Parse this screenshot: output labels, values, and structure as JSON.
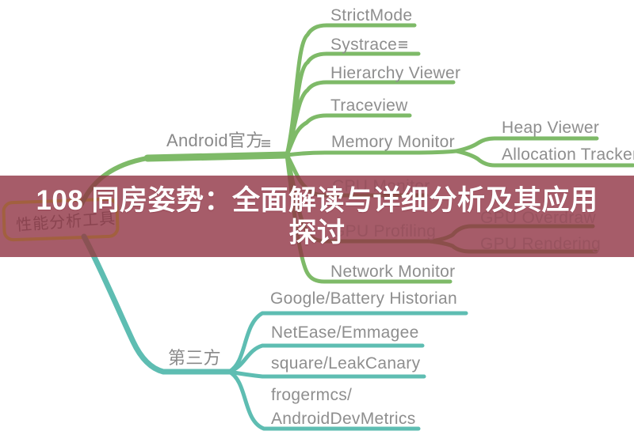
{
  "banner": {
    "title_line1": "108 同房姿势：全面解读与详细分析及其应用",
    "title_line2": "探讨",
    "bg_color": "#a65c69",
    "text_color": "#ffffff"
  },
  "mindmap": {
    "label_color": "#8e8e8e",
    "root": {
      "label": "性能分析工具",
      "border_color": "#b06a45"
    },
    "branches": [
      {
        "label": "Android官方",
        "color": "#7eba68",
        "has_note_icon": true,
        "children": [
          {
            "label": "StrictMode"
          },
          {
            "label": "Systrace",
            "has_note_icon": true
          },
          {
            "label": "Hierarchy Viewer"
          },
          {
            "label": "Traceview"
          },
          {
            "label": "Memory Monitor",
            "children": [
              {
                "label": "Heap Viewer"
              },
              {
                "label": "Allocation Tracker"
              }
            ]
          },
          {
            "label": "CPU Monitor"
          },
          {
            "label": "GPU Profiling",
            "children": [
              {
                "label": "GPU Overdraw"
              },
              {
                "label": "GPU Rendering"
              }
            ]
          },
          {
            "label": "Network Monitor"
          }
        ]
      },
      {
        "label": "第三方",
        "color": "#5ebdb2",
        "children": [
          {
            "label": "Google/Battery Historian"
          },
          {
            "label": "NetEase/Emmagee"
          },
          {
            "label": "square/LeakCanary"
          },
          {
            "label": "frogermcs/",
            "label_line2": "AndroidDevMetrics"
          }
        ]
      }
    ]
  }
}
